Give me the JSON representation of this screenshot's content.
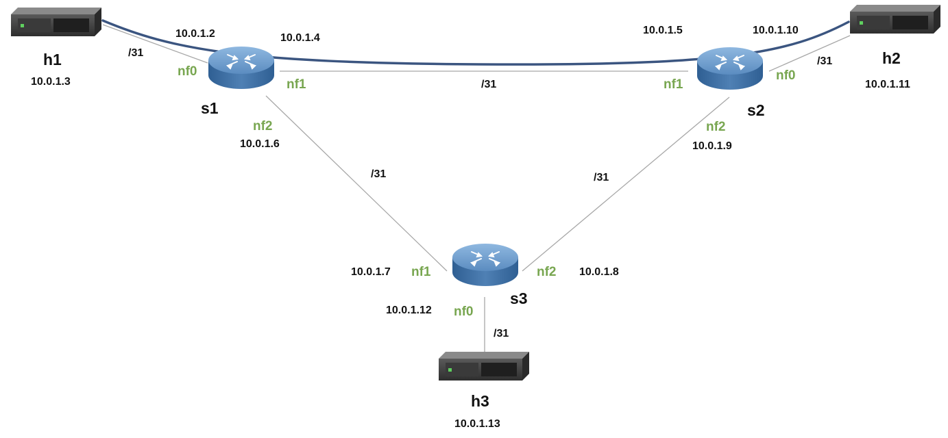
{
  "colors": {
    "interface_label": "#78a650",
    "link_line": "#a8a8a8",
    "path_highlight": "#3b5580",
    "router_body": "#4f7fb2",
    "host_body": "#444444",
    "host_led": "#5fd05f"
  },
  "hosts": {
    "h1": {
      "name": "h1",
      "ip": "10.0.1.3",
      "icon": "server-icon"
    },
    "h2": {
      "name": "h2",
      "ip": "10.0.1.11",
      "icon": "server-icon"
    },
    "h3": {
      "name": "h3",
      "ip": "10.0.1.13",
      "icon": "server-icon"
    }
  },
  "switches": {
    "s1": {
      "name": "s1",
      "icon": "router-icon"
    },
    "s2": {
      "name": "s2",
      "icon": "router-icon"
    },
    "s3": {
      "name": "s3",
      "icon": "router-icon"
    }
  },
  "links": {
    "h1_s1": {
      "mask": "/31",
      "host_ip": "10.0.1.2",
      "switch_iface": "nf0"
    },
    "s1_s2": {
      "mask": "/31",
      "s1_ip": "10.0.1.4",
      "s1_iface": "nf1",
      "s2_ip": "10.0.1.5",
      "s2_iface": "nf1"
    },
    "s2_h2": {
      "mask": "/31",
      "host_ip": "10.0.1.10",
      "switch_iface": "nf0"
    },
    "s1_s3": {
      "mask": "/31",
      "s1_ip": "10.0.1.6",
      "s1_iface": "nf2",
      "s3_ip": "10.0.1.7",
      "s3_iface": "nf1"
    },
    "s2_s3": {
      "mask": "/31",
      "s2_ip": "10.0.1.9",
      "s2_iface": "nf2",
      "s3_ip": "10.0.1.8",
      "s3_iface": "nf2"
    },
    "s3_h3": {
      "mask": "/31",
      "s3_ip": "10.0.1.12",
      "s3_iface": "nf0"
    }
  }
}
